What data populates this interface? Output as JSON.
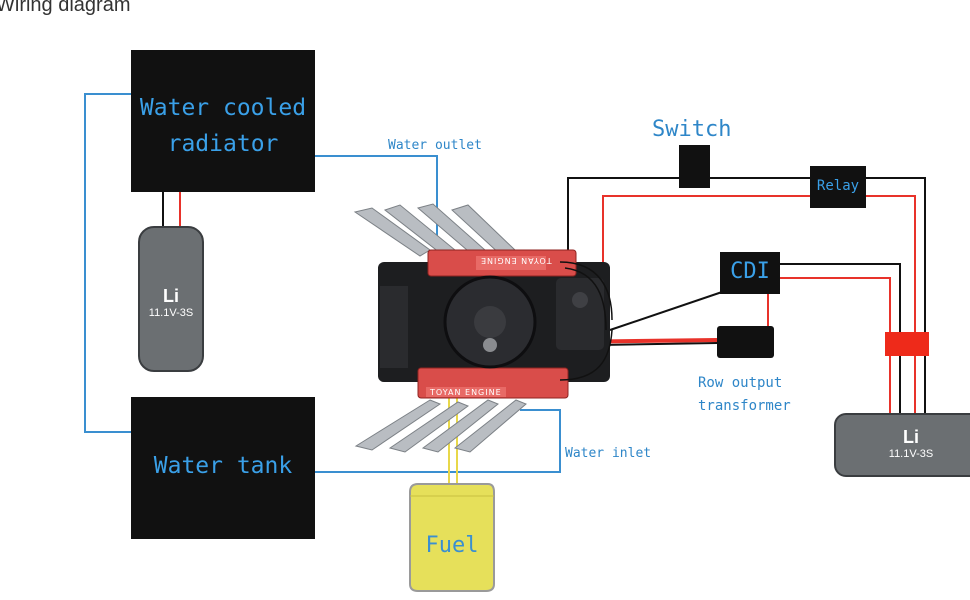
{
  "caption": "Wiring diagram",
  "components": {
    "radiator": "Water cooled\nradiator",
    "water_tank": "Water tank",
    "switch": "Switch",
    "relay": "Relay",
    "cdi": "CDI",
    "transformer": "Row output\ntransformer",
    "fuel": "Fuel",
    "water_outlet": "Water outlet",
    "water_inlet": "Water inlet",
    "engine_brand": "TOYAN ENGINE"
  },
  "battery_left": {
    "symbol": "Li",
    "spec": "11.1V-3S"
  },
  "battery_right": {
    "symbol": "Li",
    "spec": "11.1V-3S"
  },
  "colors": {
    "water_line": "#3a8fd0",
    "positive_wire": "#e8322a",
    "negative_wire": "#111111",
    "fuel_line": "#e8d84a",
    "box_fill": "#111111",
    "box_text": "#3aa0e8",
    "battery_fill": "#6b6f72",
    "fuel_fill": "#e6e05a"
  }
}
